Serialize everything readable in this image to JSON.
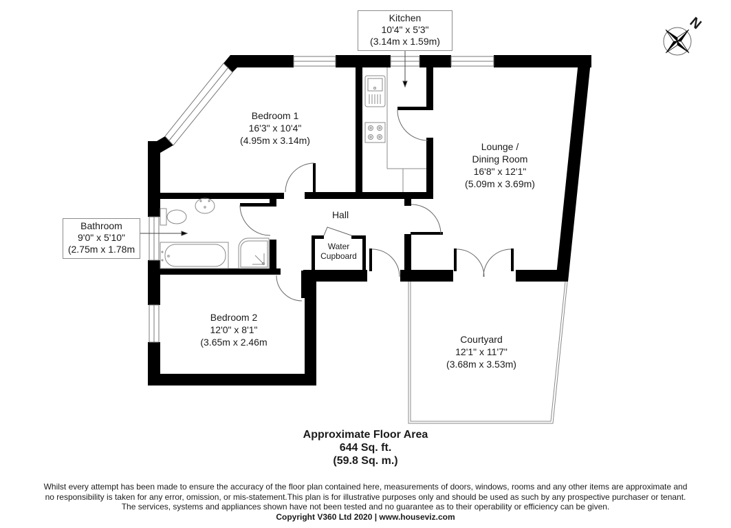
{
  "rooms": {
    "bedroom1": {
      "name": "Bedroom 1",
      "imperial": "16'3\" x 10'4\"",
      "metric": "(4.95m x 3.14m)"
    },
    "kitchen": {
      "name": "Kitchen",
      "imperial": "10'4\" x 5'3\"",
      "metric": "(3.14m x 1.59m)"
    },
    "lounge": {
      "name_line1": "Lounge /",
      "name_line2": "Dining Room",
      "imperial": "16'8\" x 12'1\"",
      "metric": "(5.09m x 3.69m)"
    },
    "bathroom": {
      "name": "Bathroom",
      "imperial": "9'0\" x 5'10\"",
      "metric": "(2.75m x 1.78m"
    },
    "hall": {
      "name": "Hall"
    },
    "water_cupboard": {
      "name_line1": "Water",
      "name_line2": "Cupboard"
    },
    "bedroom2": {
      "name": "Bedroom 2",
      "imperial": "12'0\" x 8'1\"",
      "metric": "(3.65m x 2.46m"
    },
    "courtyard": {
      "name": "Courtyard",
      "imperial": "12'1\" x 11'7\"",
      "metric": "(3.68m x 3.53m)"
    }
  },
  "compass": {
    "north_label": "N"
  },
  "floor_area": {
    "title": "Approximate Floor Area",
    "sq_ft": "644 Sq. ft.",
    "sq_m": "(59.8 Sq. m.)"
  },
  "disclaimer": {
    "line1": "Whilst every attempt has been made to ensure the accuracy of the floor plan contained here, measurements of doors, windows, rooms and any other items are approximate and",
    "line2": "no responsibility is taken for any error, omission, or mis-statement.This plan is for illustrative purposes only and should be used as such by any prospective purchaser or tenant.",
    "line3": "The services, systems and appliances shown have not been tested and no guarantee as to their operability or efficiency can be given.",
    "copyright": "Copyright V360 Ltd 2020 | www.houseviz.com"
  },
  "colors": {
    "wall": "#000000",
    "fixture_line": "#8a8a8a",
    "text": "#1a1a1a",
    "background": "#ffffff"
  }
}
